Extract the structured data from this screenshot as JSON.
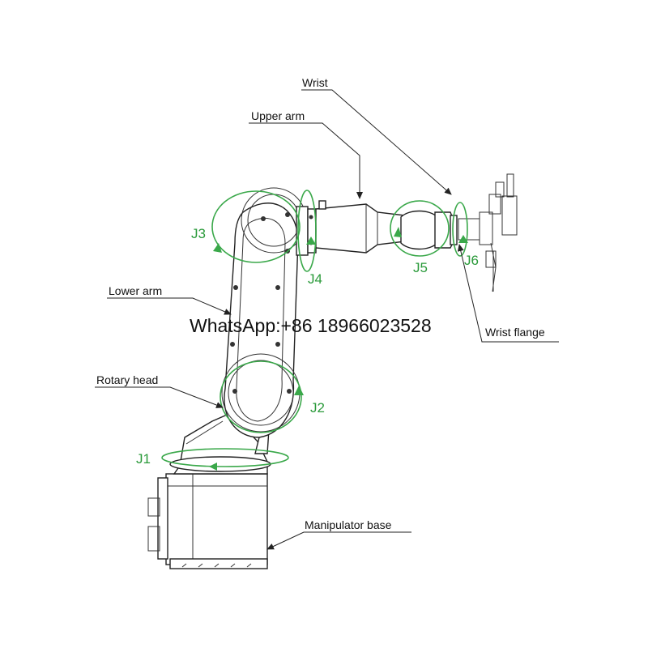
{
  "labels": {
    "wrist": "Wrist",
    "upper_arm": "Upper arm",
    "lower_arm": "Lower arm",
    "rotary_head": "Rotary head",
    "wrist_flange": "Wrist flange",
    "manipulator_base": "Manipulator base"
  },
  "joints": {
    "j1": "J1",
    "j2": "J2",
    "j3": "J3",
    "j4": "J4",
    "j5": "J5",
    "j6": "J6"
  },
  "watermark": "WhatsApp:+86 18966023528",
  "colors": {
    "joint_green": "#2a9a3a",
    "line": "#222222",
    "background": "#ffffff"
  }
}
